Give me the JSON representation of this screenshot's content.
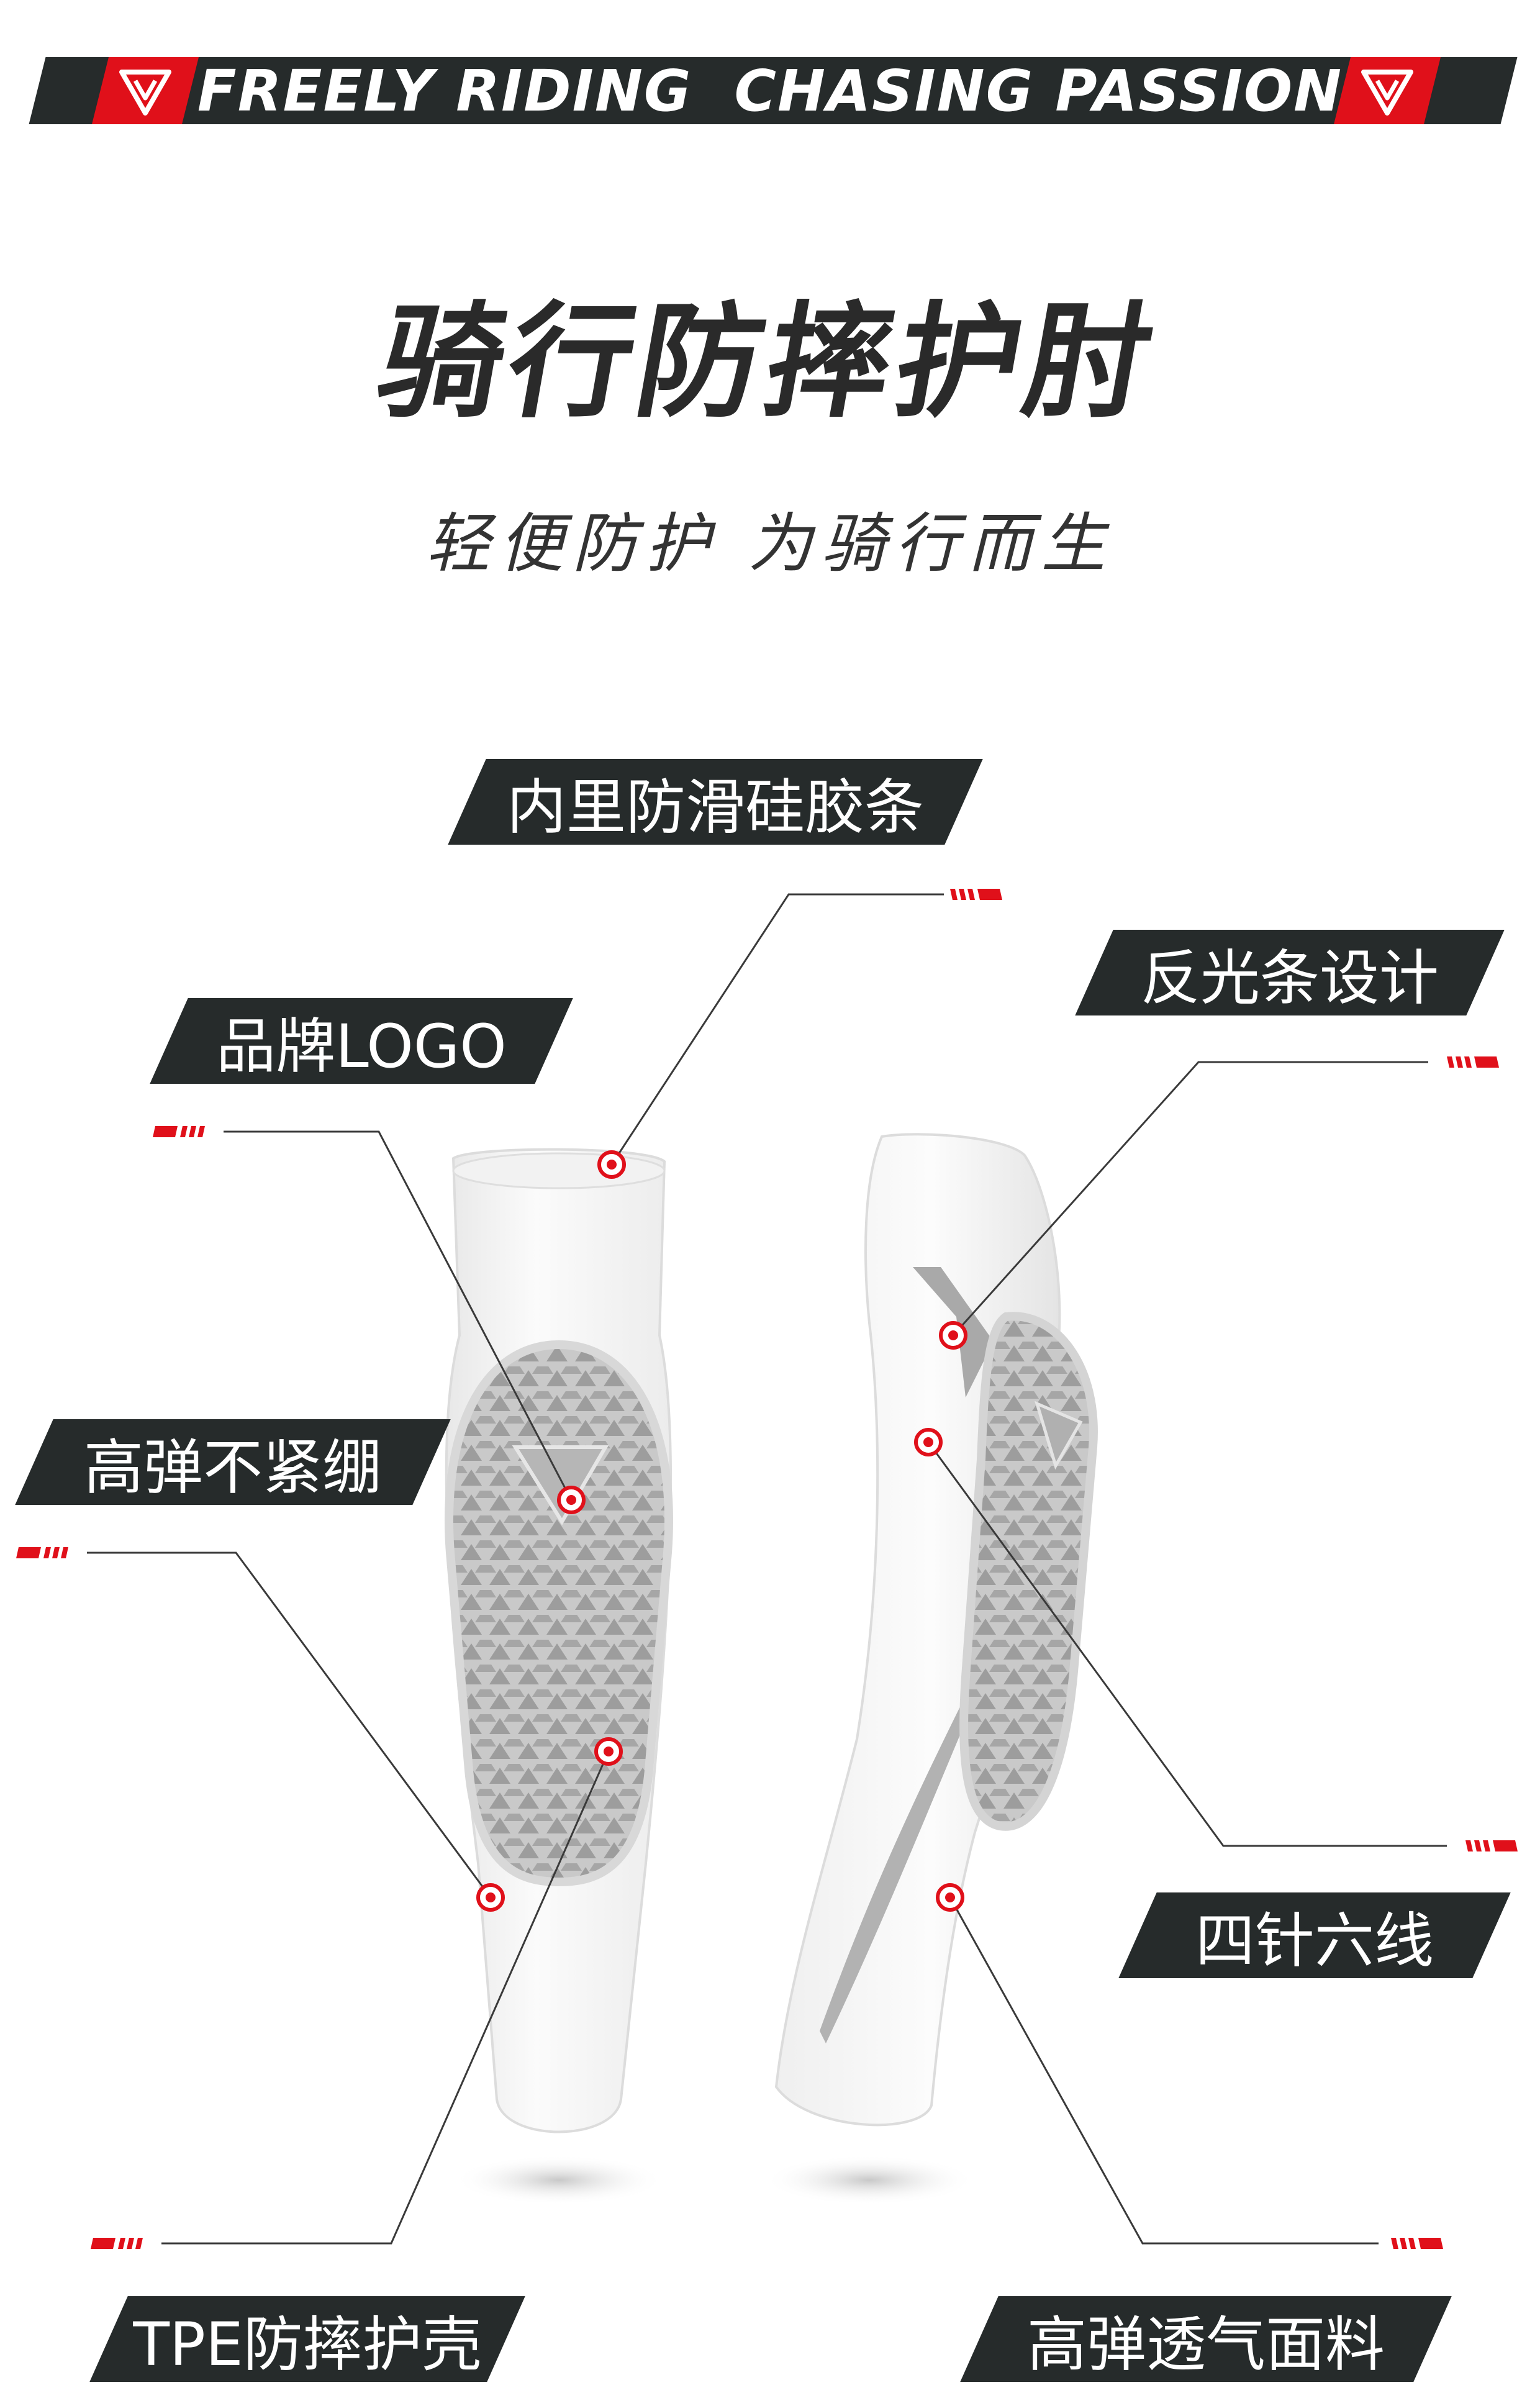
{
  "banner": {
    "slogan": "FREELY RIDING  CHASING PASSION",
    "logo_icon": "triangle-shield-logo-icon"
  },
  "header": {
    "title": "骑行防摔护肘",
    "subtitle": "轻便防护 为骑行而生"
  },
  "features": [
    {
      "id": "anti-slip-silicone",
      "label": "内里防滑硅胶条"
    },
    {
      "id": "reflective-strip",
      "label": "反光条设计"
    },
    {
      "id": "brand-logo",
      "label": "品牌LOGO"
    },
    {
      "id": "high-elastic",
      "label": "高弹不紧绷"
    },
    {
      "id": "four-needle-six-thread",
      "label": "四针六线"
    },
    {
      "id": "tpe-shell",
      "label": "TPE防摔护壳"
    },
    {
      "id": "breathable-fabric",
      "label": "高弹透气面料"
    }
  ],
  "colors": {
    "accent_red": "#e0101a",
    "dark_bar": "#262b2b",
    "sleeve_white": "#f6f6f6",
    "pad_gray": "#bcbcbc"
  }
}
